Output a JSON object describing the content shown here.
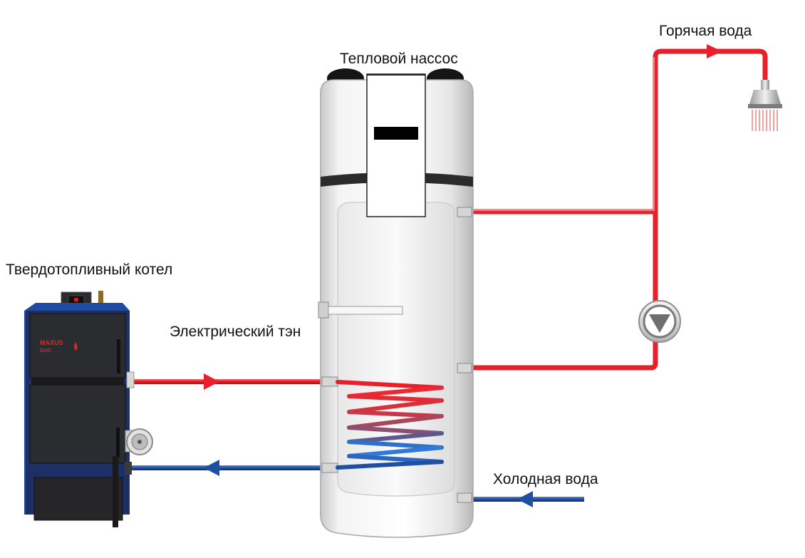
{
  "labels": {
    "heat_pump": "Тепловой нассос",
    "hot_water": "Горячая вода",
    "solid_fuel_boiler": "Твердотопливный котел",
    "electric_heater": "Электрический тэн",
    "cold_water": "Холодная вода"
  },
  "boiler_brand": {
    "name": "MAXUS",
    "model": "DUO"
  },
  "colors": {
    "hot_pipe": "#e8202a",
    "cold_pipe": "#1f4ea3",
    "boiler_body": "#2a2c30",
    "boiler_frame": "#1f4ca0",
    "tank_body": "#f2f2f2",
    "tank_band": "#2b2b2b"
  },
  "icons": {
    "flow_arrow": "arrow-icon",
    "circulation_pump": "circulation-pump-icon",
    "shower": "shower-head-icon",
    "flame": "flame-icon"
  }
}
